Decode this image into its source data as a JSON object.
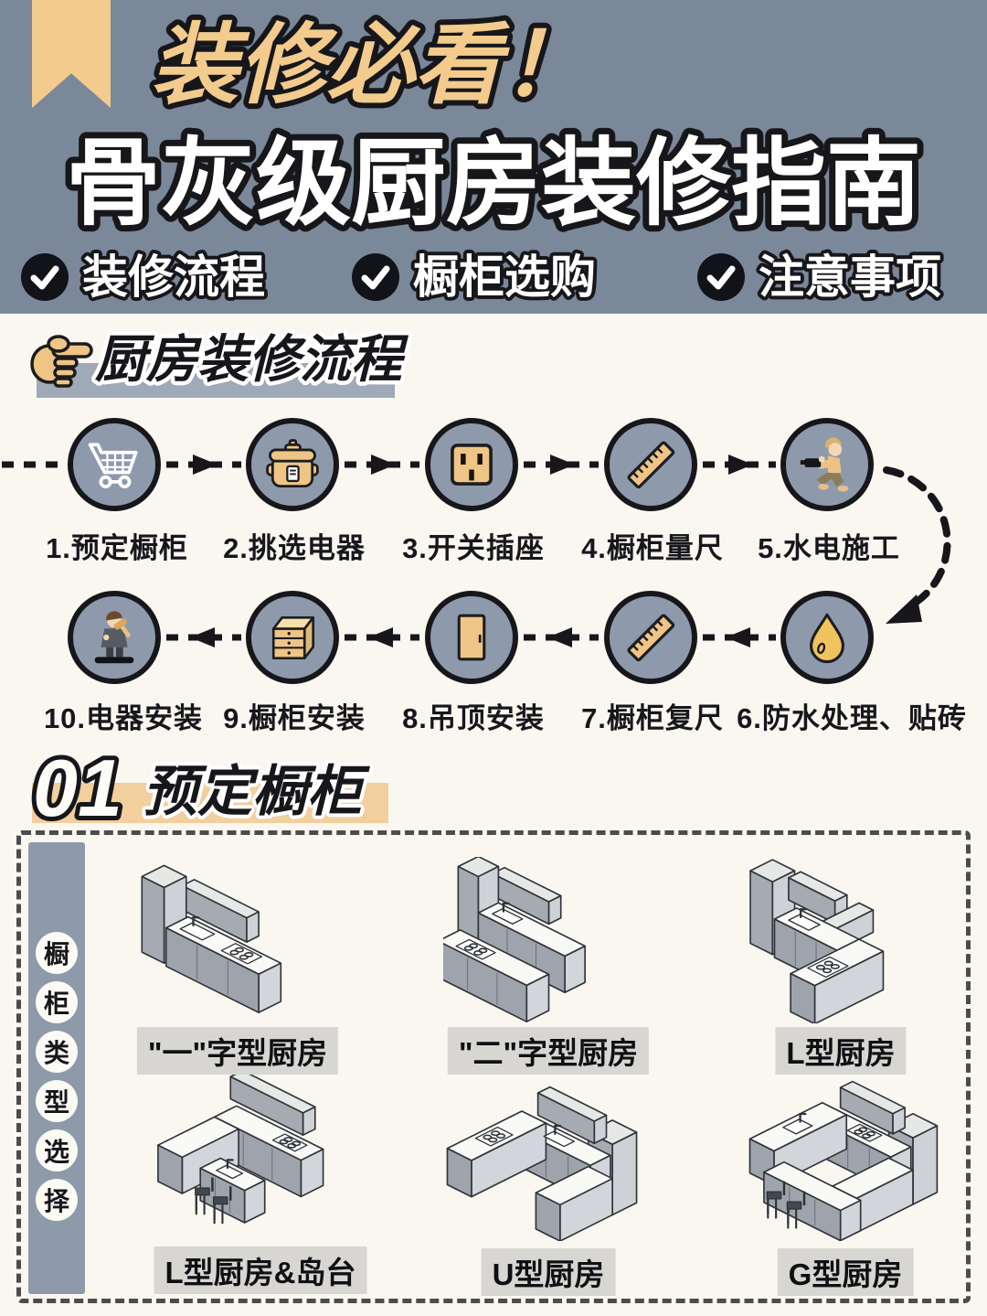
{
  "header": {
    "ribbon_title": "装修必看！",
    "main_title": "骨灰级厨房装修指南",
    "badges": [
      {
        "label": "装修流程"
      },
      {
        "label": "橱柜选购"
      },
      {
        "label": "注意事项"
      }
    ]
  },
  "process": {
    "section_title": "厨房装修流程",
    "steps": [
      {
        "label": "1.预定橱柜",
        "icon": "cart-icon"
      },
      {
        "label": "2.挑选电器",
        "icon": "rice-cooker-icon"
      },
      {
        "label": "3.开关插座",
        "icon": "outlet-icon"
      },
      {
        "label": "4.橱柜量尺",
        "icon": "ruler-icon"
      },
      {
        "label": "5.水电施工",
        "icon": "plumbing-worker-icon"
      },
      {
        "label": "6.防水处理、贴砖",
        "icon": "water-drop-icon"
      },
      {
        "label": "7.橱柜复尺",
        "icon": "ruler-icon"
      },
      {
        "label": "8.吊顶安装",
        "icon": "door-icon"
      },
      {
        "label": "9.橱柜安装",
        "icon": "cabinet-icon"
      },
      {
        "label": "10.电器安装",
        "icon": "installer-worker-icon"
      }
    ]
  },
  "section01": {
    "number": "01",
    "title": "预定橱柜",
    "side_tab": [
      "橱",
      "柜",
      "类",
      "型",
      "选",
      "择"
    ],
    "kitchen_types": [
      {
        "label": "\"一\"字型厨房"
      },
      {
        "label": "\"二\"字型厨房"
      },
      {
        "label": "L型厨房"
      },
      {
        "label": "L型厨房&岛台"
      },
      {
        "label": "U型厨房"
      },
      {
        "label": "G型厨房"
      }
    ]
  },
  "colors": {
    "header_bg": "#7b8899",
    "tan": "#f2cb8d",
    "ink": "#17171b",
    "circle_bg": "#8e9aac",
    "flow_bar": "#9fa9b8",
    "sec01_bar": "#f2cf9e",
    "label_bg": "#d7d6d2",
    "page_bg": "#faf7f1",
    "strip_bg": "#8e99aa"
  }
}
